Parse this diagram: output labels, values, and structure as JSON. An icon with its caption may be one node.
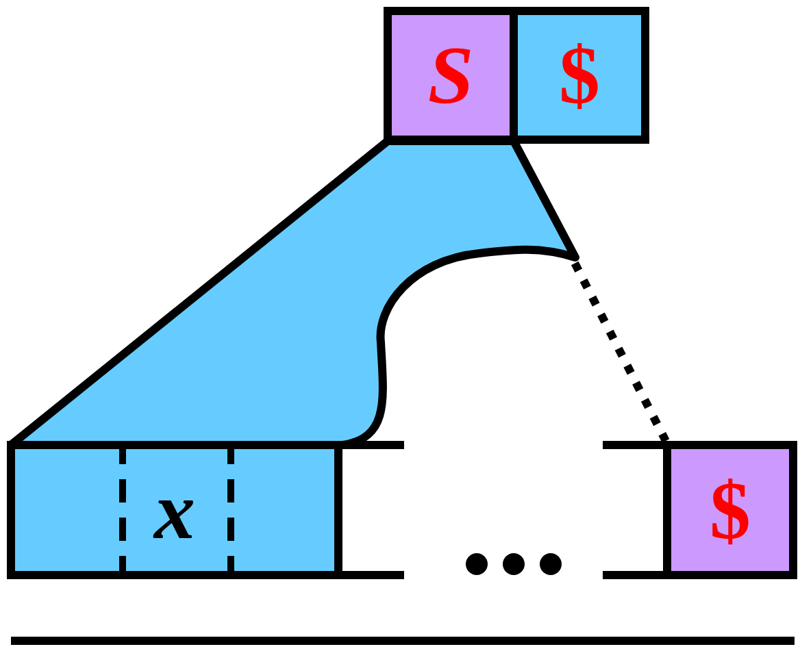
{
  "diagram": {
    "nodes": [
      {
        "text": [
          "S"
        ]
      },
      {
        "text": [
          "$"
        ]
      },
      {
        "text": [
          "x"
        ]
      },
      {
        "text": [
          "$"
        ]
      }
    ],
    "edges": [
      {
        "from": 1,
        "to": 3,
        "arrow": "none",
        "style": "dashed"
      }
    ]
  }
}
